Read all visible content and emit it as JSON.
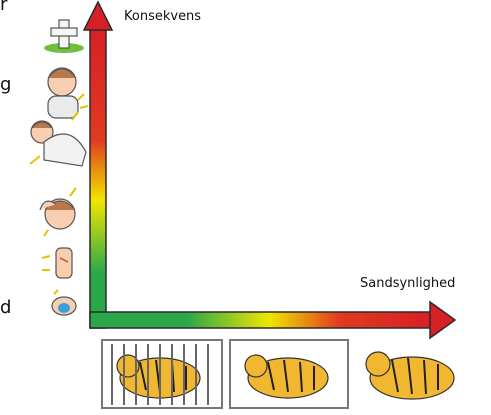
{
  "axes": {
    "y_label": "Konsekvens",
    "x_label": "Sandsynlighed"
  },
  "clipped_text": {
    "top": "r",
    "middle": "g",
    "bottom": "d"
  },
  "gradient": {
    "colors": [
      "#d71f26",
      "#f0e500",
      "#2aa84a"
    ]
  },
  "consequence_icons": [
    "grave-cross-icon",
    "crying-child-icon",
    "fallen-person-icon",
    "hurt-head-icon",
    "scraped-knee-icon",
    "small-bump-icon"
  ],
  "likelihood_icons": [
    "caged-tiger-icon",
    "fenced-tiger-icon",
    "free-tiger-icon"
  ]
}
